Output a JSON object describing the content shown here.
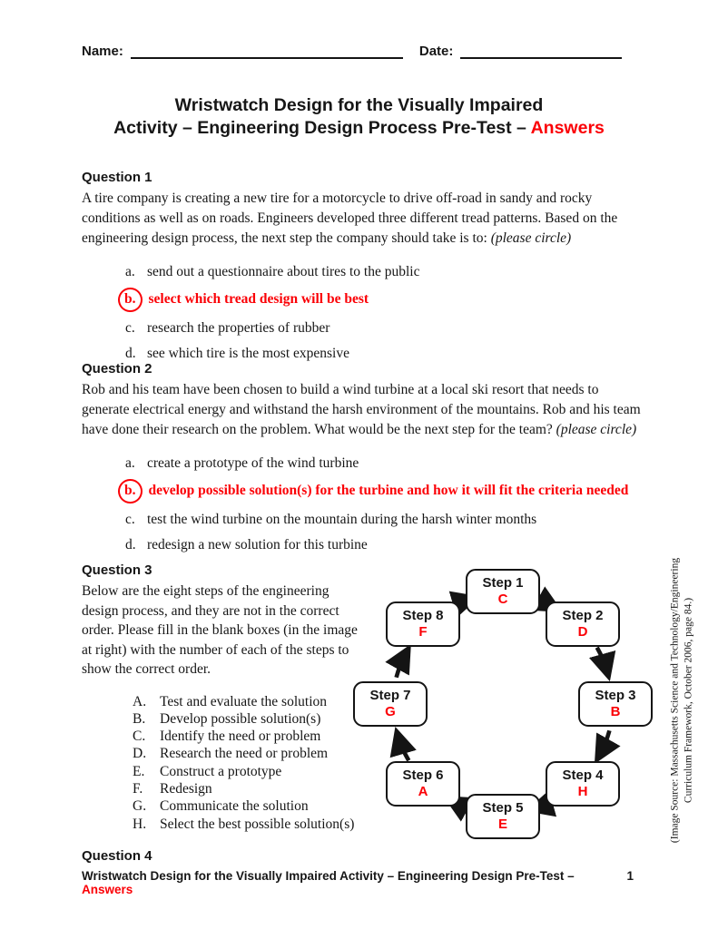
{
  "page": {
    "background": "#ffffff",
    "text_color": "#161616",
    "accent_red": "#fb0006"
  },
  "header": {
    "name_label": "Name:",
    "date_label": "Date:"
  },
  "title": {
    "line1": "Wristwatch Design for the Visually Impaired",
    "line2_prefix": "Activity – Engineering Design Process Pre-Test – ",
    "answers": "Answers"
  },
  "question1": {
    "heading": "Question 1",
    "body": "A tire company is creating a new tire for a motorcycle to drive off-road in sandy and rocky conditions as well as on roads. Engineers developed three different tread patterns. Based on the engineering design process, the next step the company should take is to: ",
    "instruction": "(please circle)",
    "correct_option": "b",
    "options": [
      {
        "letter": "a.",
        "text": "send out a questionnaire about tires to the public"
      },
      {
        "letter": "b.",
        "text": "select which tread design will be best"
      },
      {
        "letter": "c.",
        "text": "research the properties of rubber"
      },
      {
        "letter": "d.",
        "text": "see which tire is the most expensive"
      }
    ]
  },
  "question2": {
    "heading": "Question 2",
    "body": "Rob and his team have been chosen to build a wind turbine at a local ski resort that needs to generate electrical energy and withstand the harsh environment of the mountains. Rob and his team have done their research on the problem. What would be the next step for the team? ",
    "instruction": "(please circle)",
    "correct_option": "b",
    "options": [
      {
        "letter": "a.",
        "text": "create a prototype of the wind turbine"
      },
      {
        "letter": "b.",
        "text": "develop possible solution(s) for the turbine and how it will fit the criteria needed"
      },
      {
        "letter": "c.",
        "text": "test the wind turbine on the mountain during the harsh winter months"
      },
      {
        "letter": "d.",
        "text": "redesign a new solution for this turbine"
      }
    ]
  },
  "question3": {
    "heading": "Question 3",
    "body": "Below are the eight steps of the engineering design process, and they are not in the correct order.  Please fill in the blank boxes (in the image at right) with the number of each of the steps to show the correct order.",
    "choices": [
      {
        "letter": "A.",
        "text": "Test and evaluate the solution"
      },
      {
        "letter": "B.",
        "text": "Develop possible solution(s)"
      },
      {
        "letter": "C.",
        "text": "Identify the need or problem"
      },
      {
        "letter": "D.",
        "text": "Research the need or problem"
      },
      {
        "letter": "E.",
        "text": "Construct a prototype"
      },
      {
        "letter": "F.",
        "text": "Redesign"
      },
      {
        "letter": "G.",
        "text": "Communicate the solution"
      },
      {
        "letter": "H.",
        "text": "Select the best possible solution(s)"
      }
    ],
    "diagram_steps": [
      {
        "label": "Step 1",
        "answer": "C"
      },
      {
        "label": "Step 2",
        "answer": "D"
      },
      {
        "label": "Step 3",
        "answer": "B"
      },
      {
        "label": "Step 4",
        "answer": "H"
      },
      {
        "label": "Step 5",
        "answer": "E"
      },
      {
        "label": "Step 6",
        "answer": "A"
      },
      {
        "label": "Step 7",
        "answer": "G"
      },
      {
        "label": "Step 8",
        "answer": "F"
      }
    ]
  },
  "source_note": {
    "line1": "(Image Source: Massachusetts Science and Technology/Engineering",
    "line2": "Curriculum Framework, October 2006, page 84.)"
  },
  "question4": {
    "heading": "Question 4"
  },
  "footer": {
    "text_prefix": "Wristwatch Design for the Visually Impaired Activity – Engineering Design Pre-Test – ",
    "answers": "Answers",
    "page_number": "1"
  }
}
